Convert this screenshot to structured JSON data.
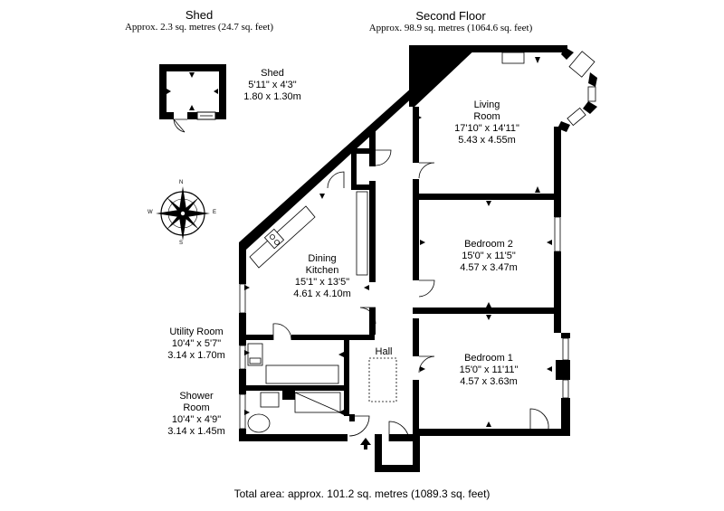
{
  "headers": {
    "shed": {
      "title": "Shed",
      "area": "Approx. 2.3 sq. metres (24.7 sq. feet)"
    },
    "floor": {
      "title": "Second Floor",
      "area": "Approx. 98.9 sq. metres (1064.6 sq. feet)"
    }
  },
  "rooms": {
    "shed": {
      "name": "Shed",
      "imperial": "5'11\" x 4'3\"",
      "metric": "1.80 x 1.30m"
    },
    "living": {
      "name1": "Living",
      "name2": "Room",
      "imperial": "17'10\" x 14'11\"",
      "metric": "5.43 x 4.55m"
    },
    "dining": {
      "name1": "Dining",
      "name2": "Kitchen",
      "imperial": "15'1\" x 13'5\"",
      "metric": "4.61 x 4.10m"
    },
    "bedroom2": {
      "name": "Bedroom 2",
      "imperial": "15'0\" x 11'5\"",
      "metric": "4.57 x 3.47m"
    },
    "bedroom1": {
      "name": "Bedroom 1",
      "imperial": "15'0\" x 11'11\"",
      "metric": "4.57 x 3.63m"
    },
    "utility": {
      "name": "Utility Room",
      "imperial": "10'4\" x 5'7\"",
      "metric": "3.14 x 1.70m"
    },
    "shower": {
      "name1": "Shower",
      "name2": "Room",
      "imperial": "10'4\" x 4'9\"",
      "metric": "3.14 x 1.45m"
    },
    "hall": {
      "name": "Hall"
    }
  },
  "compass": {
    "n": "N",
    "s": "S",
    "e": "E",
    "w": "W"
  },
  "total_area": "Total area: approx. 101.2 sq. metres (1089.3 sq. feet)",
  "colors": {
    "wall": "#000000",
    "fixture": "#888888",
    "background": "#ffffff"
  }
}
